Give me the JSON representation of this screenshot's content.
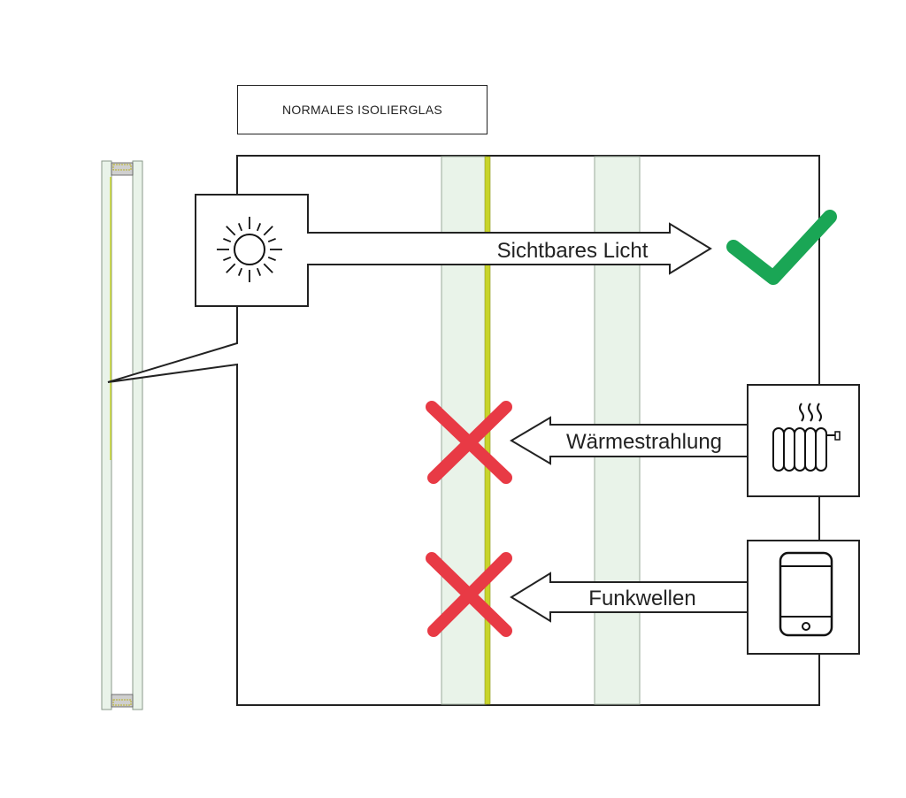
{
  "title": "NORMALES ISOLIERGLAS",
  "labels": {
    "light": "Sichtbares Licht",
    "heat": "Wärmestrahlung",
    "radio": "Funkwellen"
  },
  "results": {
    "light": "passes",
    "heat": "blocked",
    "radio": "blocked"
  },
  "icons": {
    "light": "sun-icon",
    "heat": "radiator-icon",
    "radio": "smartphone-icon",
    "pass": "check-icon",
    "block": "cross-icon"
  },
  "colors": {
    "check": "#1aa655",
    "cross": "#e83a45",
    "coating": "#c8d42a",
    "glass": "#e9f3e9"
  }
}
